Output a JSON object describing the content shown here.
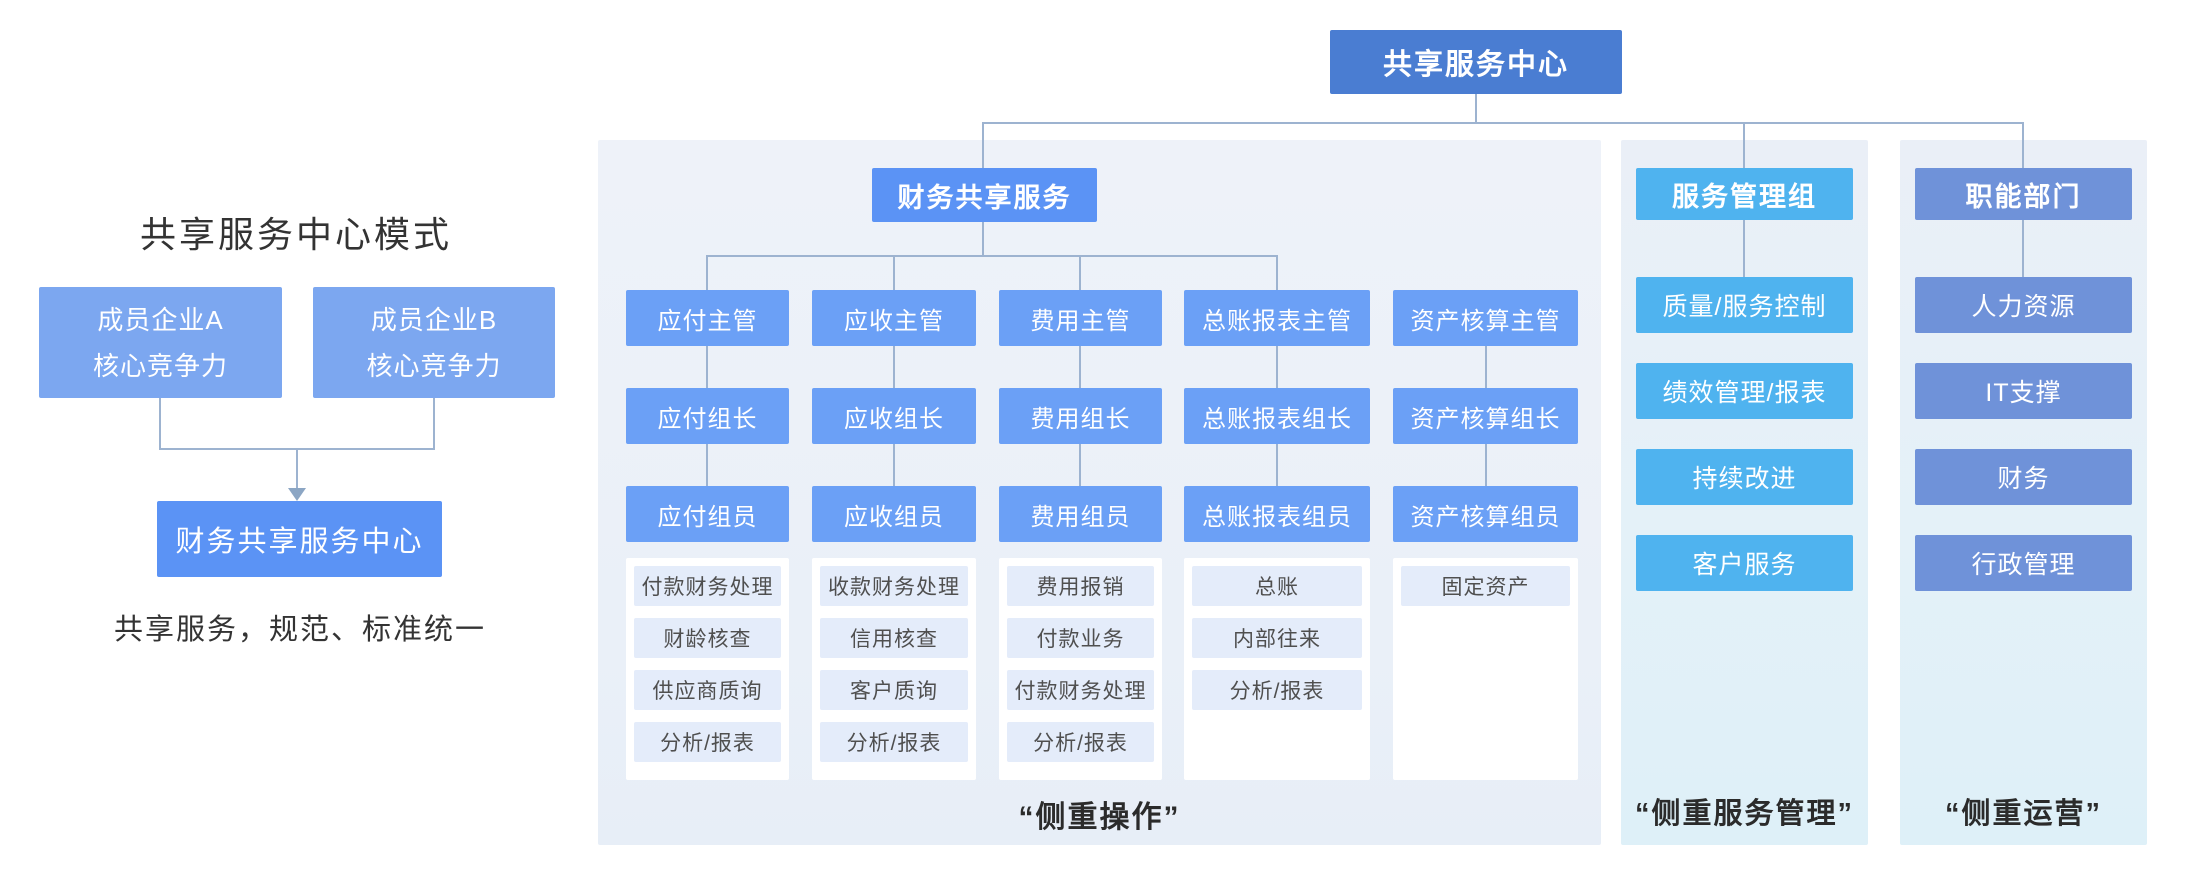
{
  "root": {
    "label": "共享服务中心"
  },
  "left_section": {
    "title": "共享服务中心模式",
    "member_boxes": [
      {
        "line1": "成员企业A",
        "line2": "核心竞争力"
      },
      {
        "line1": "成员企业B",
        "line2": "核心竞争力"
      }
    ],
    "center_box": "财务共享服务中心",
    "caption": "共享服务，规范、标准统一"
  },
  "finance_panel": {
    "header": "财务共享服务",
    "columns": [
      {
        "manager": "应付主管",
        "leader": "应付组长",
        "member": "应付组员",
        "tasks": [
          "付款财务处理",
          "财龄核查",
          "供应商质询",
          "分析/报表"
        ]
      },
      {
        "manager": "应收主管",
        "leader": "应收组长",
        "member": "应收组员",
        "tasks": [
          "收款财务处理",
          "信用核查",
          "客户质询",
          "分析/报表"
        ]
      },
      {
        "manager": "费用主管",
        "leader": "费用组长",
        "member": "费用组员",
        "tasks": [
          "费用报销",
          "付款业务",
          "付款财务处理",
          "分析/报表"
        ]
      },
      {
        "manager": "总账报表主管",
        "leader": "总账报表组长",
        "member": "总账报表组员",
        "tasks": [
          "总账",
          "内部往来",
          "分析/报表"
        ]
      },
      {
        "manager": "资产核算主管",
        "leader": "资产核算组长",
        "member": "资产核算组员",
        "tasks": [
          "固定资产"
        ]
      }
    ],
    "caption": "“侧重操作”"
  },
  "service_panel": {
    "header": "服务管理组",
    "items": [
      "质量/服务控制",
      "绩效管理/报表",
      "持续改进",
      "客户服务"
    ],
    "caption": "“侧重服务管理”"
  },
  "function_panel": {
    "header": "职能部门",
    "items": [
      "人力资源",
      "IT支撑",
      "财务",
      "行政管理"
    ],
    "caption": "“侧重运营”"
  },
  "colors": {
    "root_box": "#4a7dd2",
    "finance_blue": "#5b93f5",
    "role_blue": "#6ba0f6",
    "member_blue": "#7ca7f0",
    "service_sky": "#4fb3ef",
    "function_slate": "#6f92d9",
    "task_row": "#e4ecfa",
    "panel_top": "#eaeff7",
    "panel_bottom": "#def0f8",
    "connector": "#9db3d0",
    "text_dark": "#333333"
  }
}
